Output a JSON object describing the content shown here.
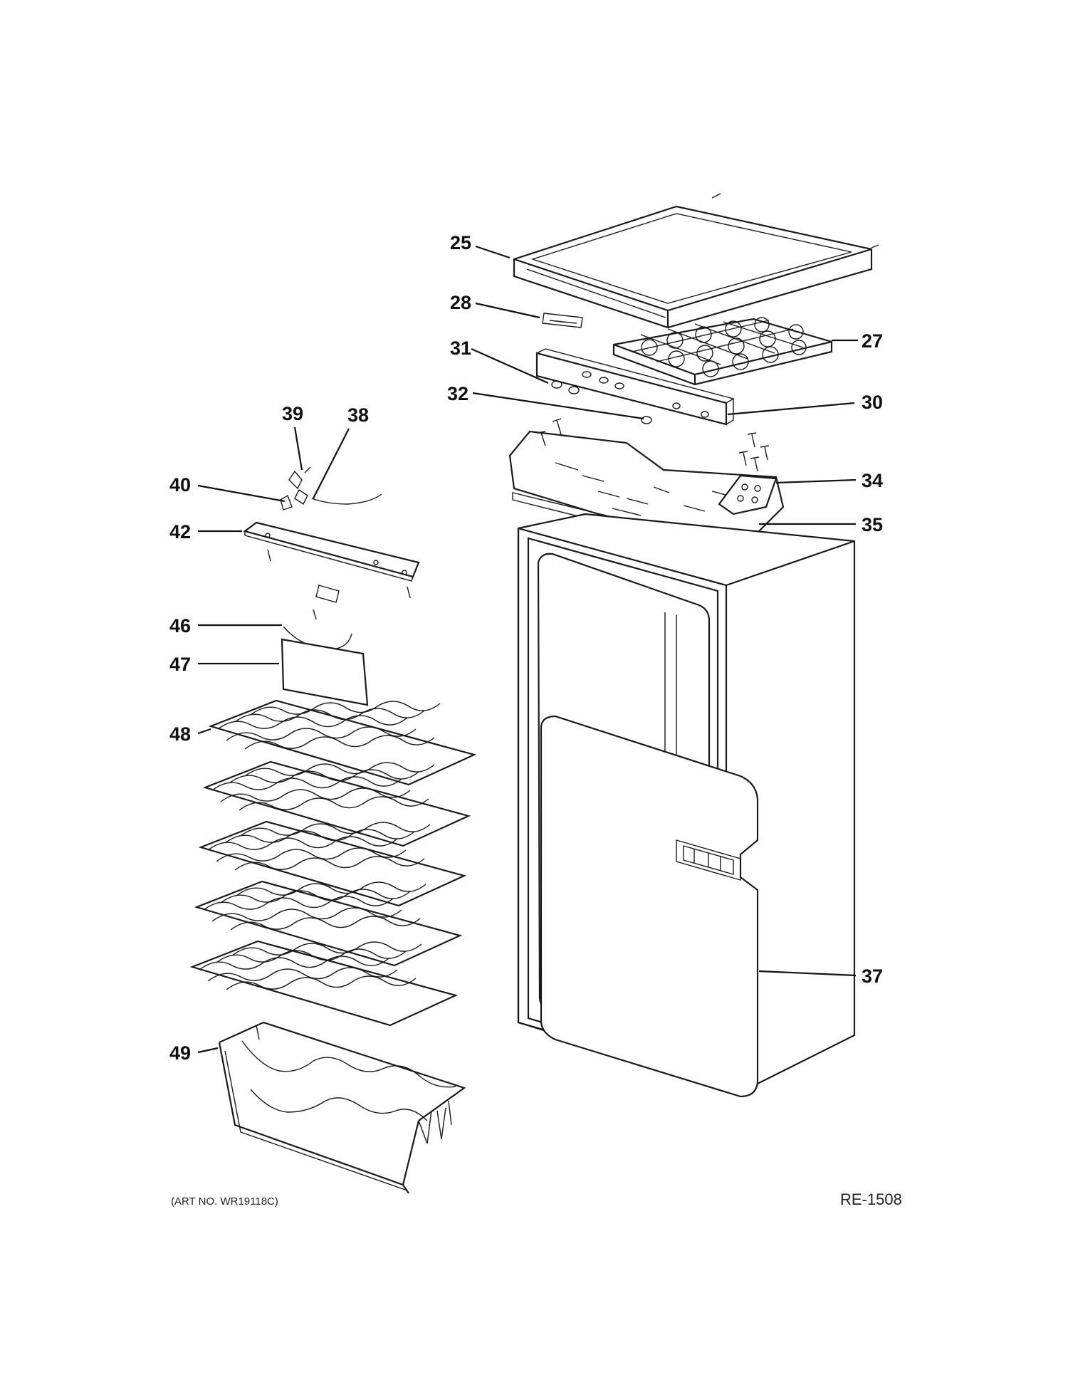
{
  "callouts": [
    {
      "id": "25",
      "label": "25"
    },
    {
      "id": "28",
      "label": "28"
    },
    {
      "id": "27",
      "label": "27"
    },
    {
      "id": "31",
      "label": "31"
    },
    {
      "id": "32",
      "label": "32"
    },
    {
      "id": "30",
      "label": "30"
    },
    {
      "id": "39",
      "label": "39"
    },
    {
      "id": "38",
      "label": "38"
    },
    {
      "id": "40",
      "label": "40"
    },
    {
      "id": "34",
      "label": "34"
    },
    {
      "id": "42",
      "label": "42"
    },
    {
      "id": "35",
      "label": "35"
    },
    {
      "id": "46",
      "label": "46"
    },
    {
      "id": "47",
      "label": "47"
    },
    {
      "id": "48",
      "label": "48"
    },
    {
      "id": "37",
      "label": "37"
    },
    {
      "id": "49",
      "label": "49"
    }
  ],
  "footer": {
    "art_no": "(ART NO. WR19118C)",
    "ref": "RE-1508"
  }
}
